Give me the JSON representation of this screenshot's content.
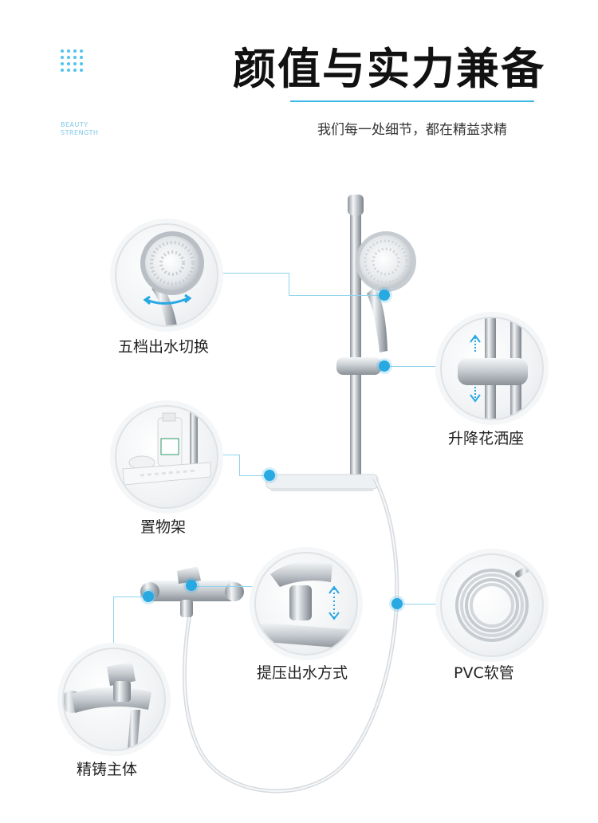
{
  "header": {
    "title": "颜值与实力兼备",
    "tag_line_1": "BEAUTY",
    "tag_line_2": "STRENGTH",
    "subtitle": "我们每一处细节，都在精益求精"
  },
  "features": [
    {
      "label": "五档出水切换",
      "icon": "handheld-shower-head"
    },
    {
      "label": "升降花洒座",
      "icon": "sliding-holder"
    },
    {
      "label": "置物架",
      "icon": "soap-shelf"
    },
    {
      "label": "提压出水方式",
      "icon": "push-lever"
    },
    {
      "label": "PVC软管",
      "icon": "coiled-hose"
    },
    {
      "label": "精铸主体",
      "icon": "mixer-valve-body"
    }
  ],
  "colors": {
    "accent": "#29a9e2",
    "leader_line": "#8fd3ee",
    "chrome": "#c9ced3"
  }
}
